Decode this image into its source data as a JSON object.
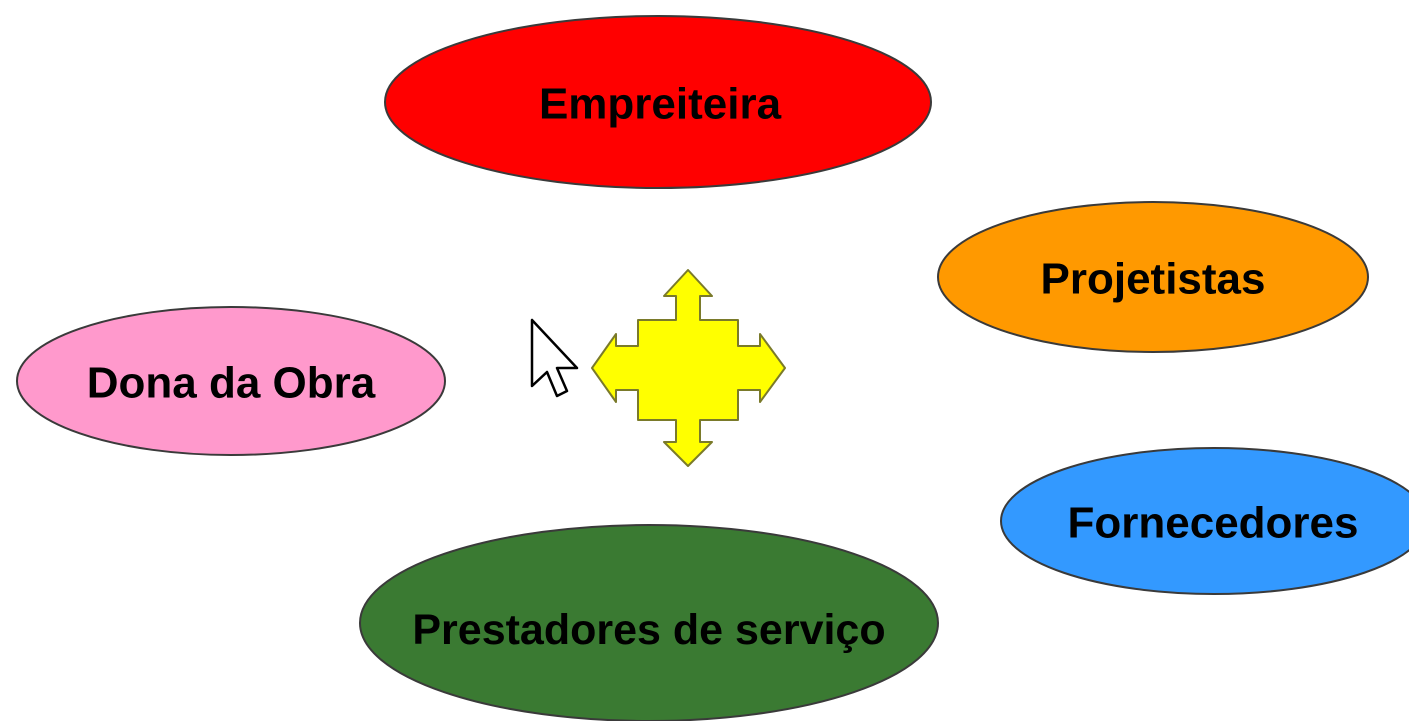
{
  "diagram": {
    "nodes": [
      {
        "id": "empreiteira",
        "label": "Empreiteira",
        "color": "#ff0000"
      },
      {
        "id": "projetistas",
        "label": "Projetistas",
        "color": "#ff9900"
      },
      {
        "id": "dona-da-obra",
        "label": "Dona da Obra",
        "color": "#ff99cc"
      },
      {
        "id": "fornecedores",
        "label": "Fornecedores",
        "color": "#3399ff"
      },
      {
        "id": "prestadores",
        "label": "Prestadores de serviço",
        "color": "#3a7a32"
      }
    ],
    "center_arrow": {
      "icon": "four-way-move-arrow",
      "fill": "#ffff00",
      "stroke": "#7a7a2a"
    },
    "cursor": {
      "icon": "mouse-pointer"
    }
  }
}
